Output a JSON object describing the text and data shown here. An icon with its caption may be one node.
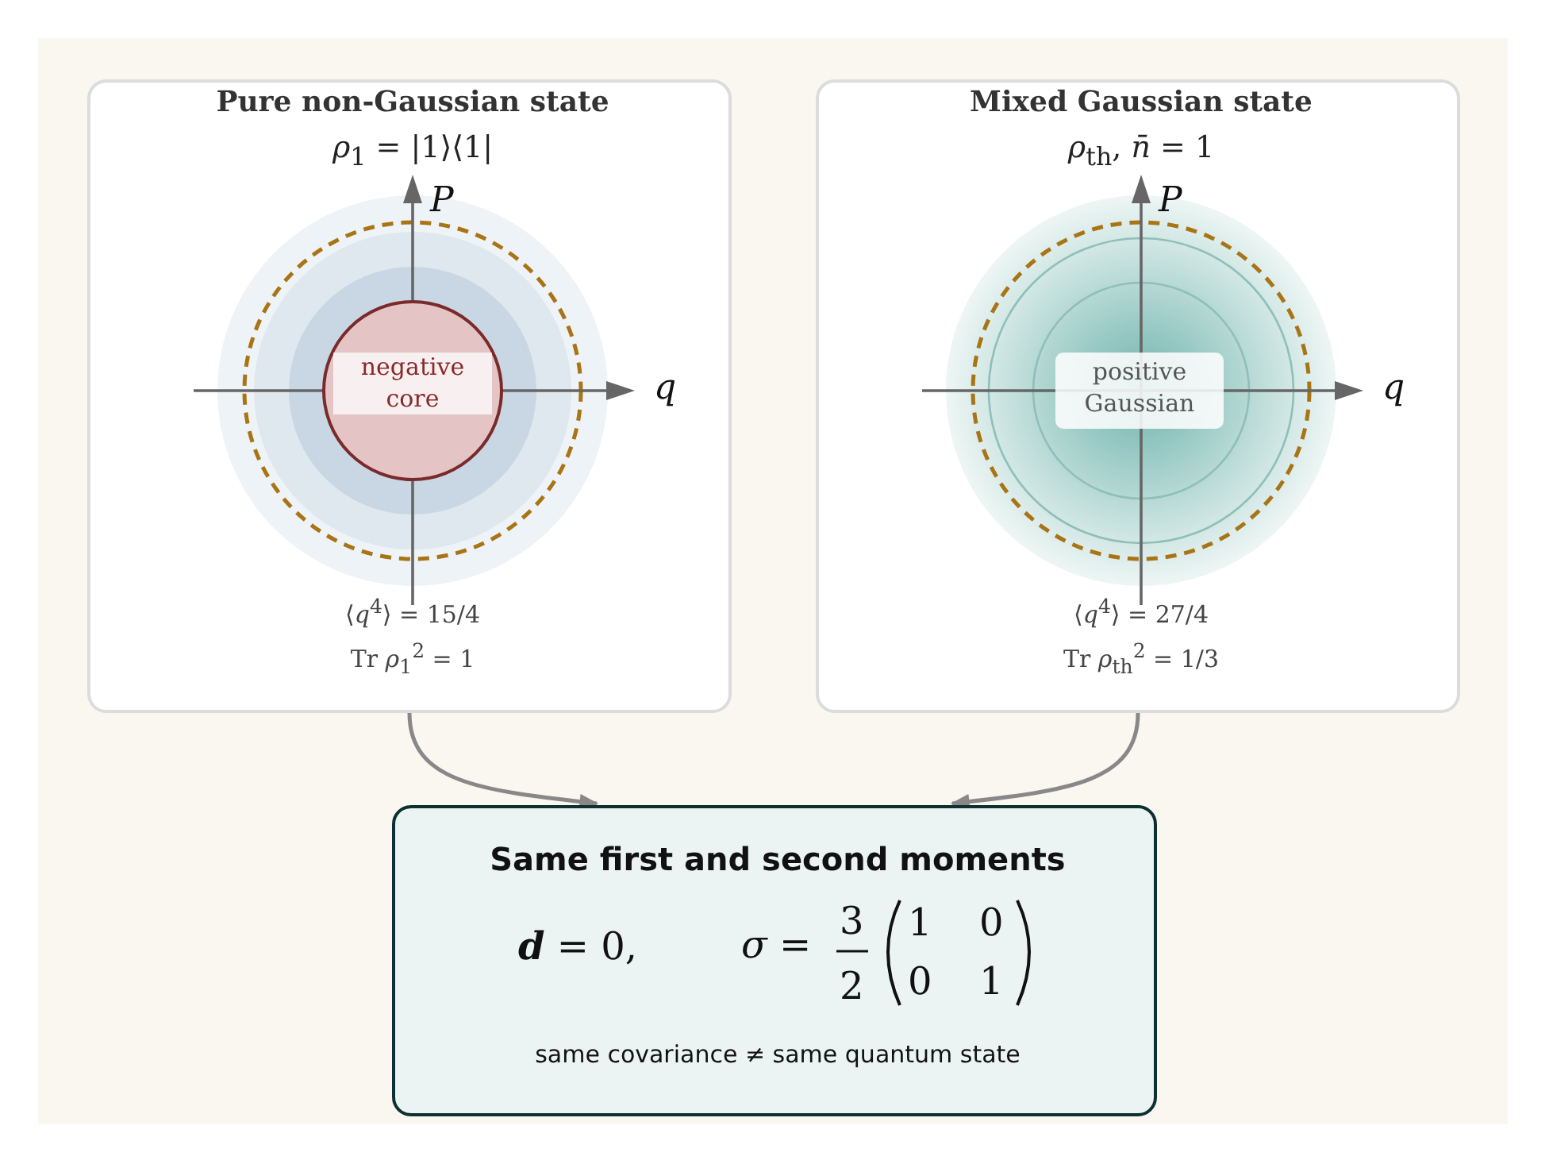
{
  "diagram": {
    "nodes": [
      {
        "text": [
          "Pure non-Gaussian state",
          "*ρ*$_{1}$ = |1⟩⟨1|",
          "⟨*q*$^{4}$⟩ = 15/4",
          "Tr *ρ*$_{1}$$^{2}$ = 1"
        ]
      },
      {
        "text": [
          "negative core"
        ],
        "in": 0
      },
      {
        "text": [
          "Mixed Gaussian state",
          "*ρ*$_{th}$, *n̄* = 1",
          "⟨*q*$^{4}$⟩ = 27/4",
          "Tr *ρ*$_{th}$$^{2}$ = 1/3"
        ]
      },
      {
        "text": [
          "positive Gaussian"
        ],
        "in": 2
      },
      {
        "text": [
          "Same first and second moments",
          "**d** = 0,",
          "same covariance ≠ same quantum state"
        ]
      }
    ],
    "edges": [
      {
        "from": 0,
        "to": 4,
        "arrow": "to"
      },
      {
        "from": 2,
        "to": 4,
        "arrow": "to"
      }
    ],
    "labels": [
      "*P*",
      "*q*",
      "*P*",
      "*q*",
      "*σ* =",
      "3",
      "2",
      "1",
      "0",
      "0",
      "1"
    ]
  }
}
